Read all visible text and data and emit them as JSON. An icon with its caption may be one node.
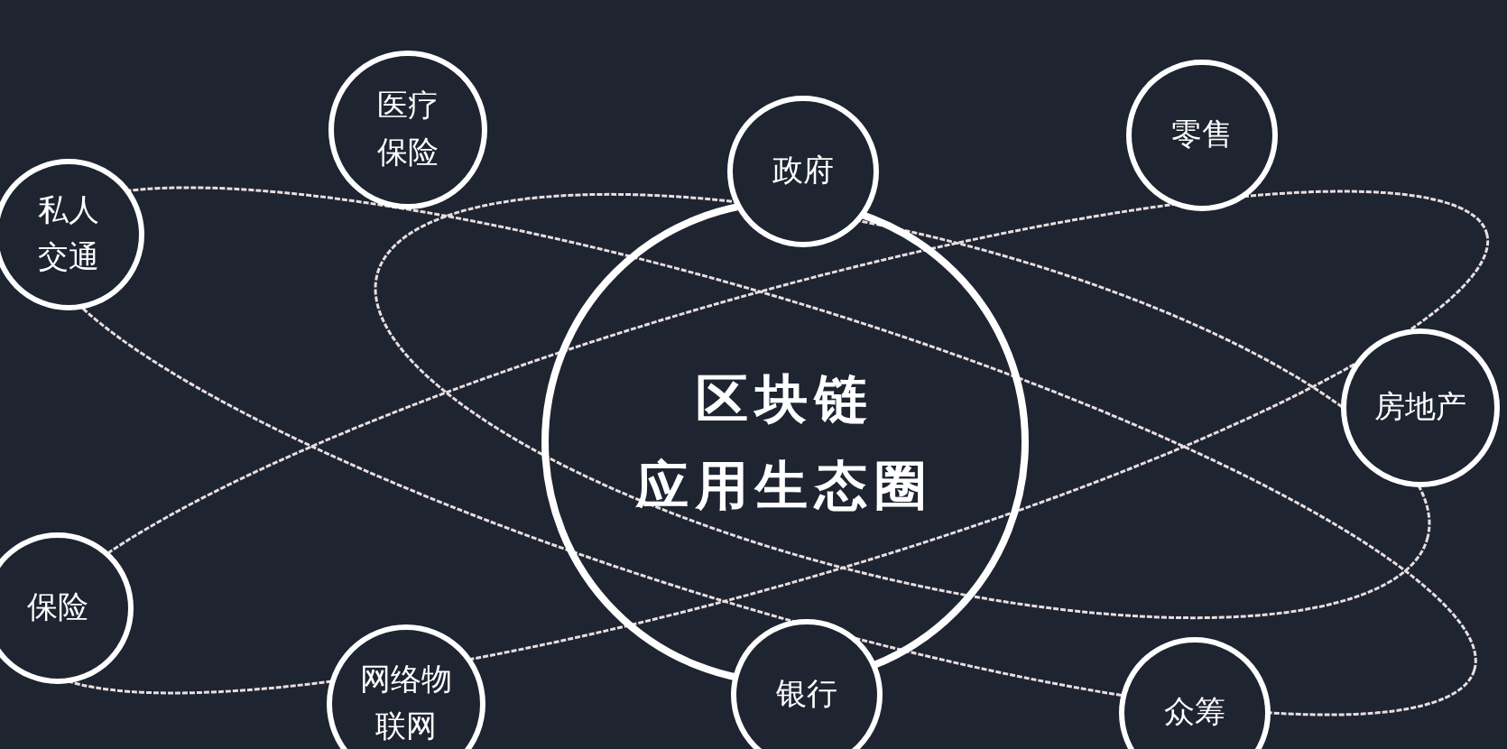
{
  "diagram": {
    "nodes": [
      {
        "text": [
          "区块链",
          "应用生态圈"
        ]
      },
      {
        "text": [
          "医疗保险"
        ]
      },
      {
        "text": [
          "政府"
        ]
      },
      {
        "text": [
          "零售"
        ]
      },
      {
        "text": [
          "私人交通"
        ]
      },
      {
        "text": [
          "房地产"
        ]
      },
      {
        "text": [
          "保险"
        ]
      },
      {
        "text": [
          "网络物联网"
        ]
      },
      {
        "text": [
          "银行"
        ]
      },
      {
        "text": [
          "众筹"
        ]
      }
    ],
    "edges": []
  }
}
